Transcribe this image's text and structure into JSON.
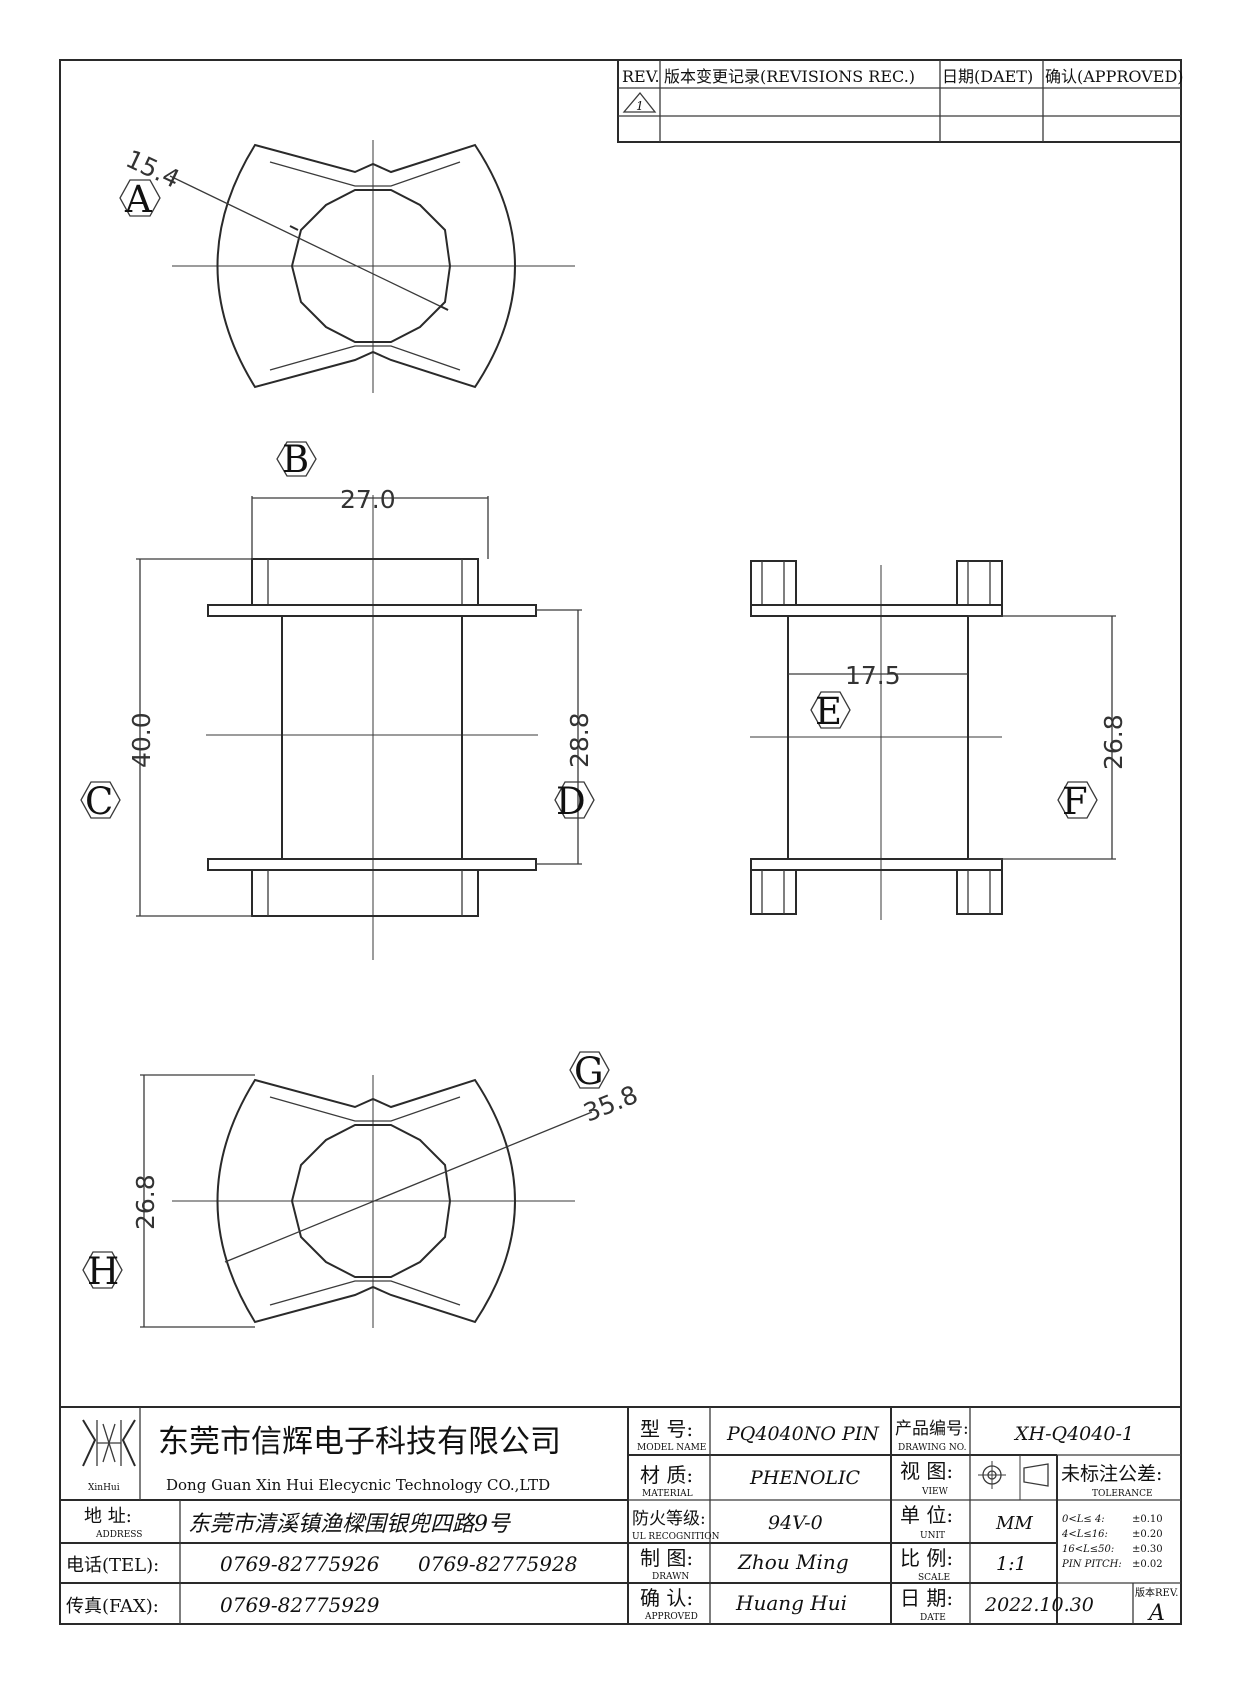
{
  "revisions": {
    "headers": [
      "REV.",
      "版本变更记录(REVISIONS REC.)",
      "日期(DAET)",
      "确认(APPROVED)"
    ],
    "rev_mark": "1"
  },
  "views": {
    "A": {
      "label": "A",
      "dimension": "15.4"
    },
    "B": {
      "label": "B",
      "dimension": "27.0"
    },
    "C": {
      "label": "C",
      "dimension": "40.0"
    },
    "D": {
      "label": "D",
      "dimension": "28.8"
    },
    "E": {
      "label": "E",
      "dimension": "17.5"
    },
    "F": {
      "label": "F",
      "dimension": "26.8"
    },
    "G": {
      "label": "G",
      "dimension": "35.8"
    },
    "H": {
      "label": "H",
      "dimension": "26.8"
    }
  },
  "title_block": {
    "logo_text": "XinHui",
    "company_cn": "东莞市信辉电子科技有限公司",
    "company_en": "Dong Guan Xin Hui Elecycnic Technology CO.,LTD",
    "address_label": "地  址:",
    "address_label_en": "ADDRESS",
    "address": "东莞市清溪镇渔樑围银兜四路9号",
    "tel_label": "电话(TEL):",
    "tel1": "0769-82775926",
    "tel2": "0769-82775928",
    "fax_label": "传真(FAX):",
    "fax": "0769-82775929",
    "model_label": "型  号:",
    "model_label_en": "MODEL NAME",
    "model": "PQ4040NO PIN",
    "material_label": "材  质:",
    "material_label_en": "MATERIAL",
    "material": "PHENOLIC",
    "ul_label": "防火等级:",
    "ul_label_en": "UL RECOGNITION",
    "ul": "94V-0",
    "drawn_label": "制  图:",
    "drawn_label_en": "DRAWN",
    "drawn": "Zhou Ming",
    "approved_label": "确  认:",
    "approved_label_en": "APPROVED",
    "approved": "Huang Hui",
    "drawing_no_label": "产品编号:",
    "drawing_no_label_en": "DRAWING NO.",
    "drawing_no": "XH-Q4040-1",
    "view_label": "视  图:",
    "view_label_en": "VIEW",
    "unit_label": "单  位:",
    "unit_label_en": "UNIT",
    "unit": "MM",
    "scale_label": "比  例:",
    "scale_label_en": "SCALE",
    "scale": "1:1",
    "date_label": "日  期:",
    "date_label_en": "DATE",
    "date": "2022.10.30",
    "tolerance_label": "未标注公差:",
    "tolerance_label_en": "TOLERANCE",
    "tolerances": [
      {
        "range": "0<L≤ 4:",
        "value": "±0.10"
      },
      {
        "range": "4<L≤16:",
        "value": "±0.20"
      },
      {
        "range": "16<L≤50:",
        "value": "±0.30"
      },
      {
        "range": "PIN PITCH:",
        "value": "±0.02"
      }
    ],
    "rev_label": "版本REV.",
    "rev": "A"
  }
}
